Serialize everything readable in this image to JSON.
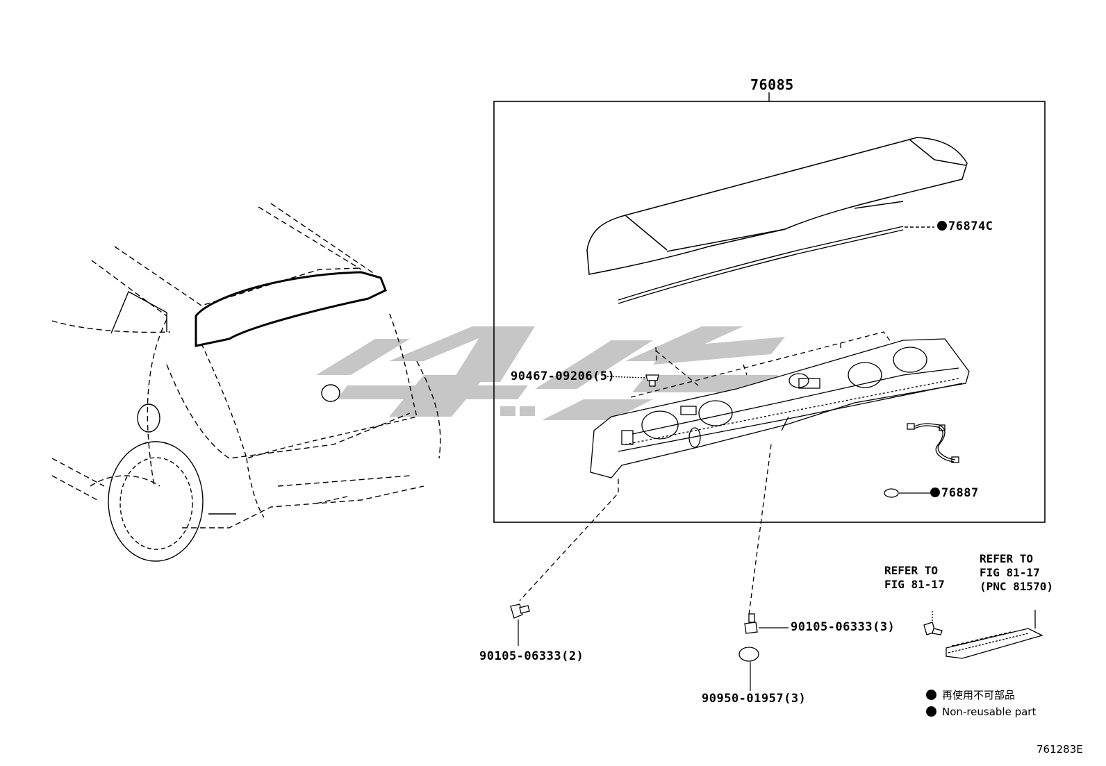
{
  "assembly": {
    "part_number": "76085"
  },
  "callouts": {
    "seal": "76874C",
    "cushion": "76887",
    "clip": "90467-09206(5)",
    "screw_left": "90105-06333(2)",
    "screw_right": "90105-06333(3)",
    "plug": "90950-01957(3)"
  },
  "refer_notes": {
    "bolt": [
      "REFER TO",
      "FIG 81-17"
    ],
    "lamp": [
      "REFER TO",
      "FIG 81-17",
      "(PNC 81570)"
    ]
  },
  "legend": {
    "jp": "再使用不可部品",
    "en": "Non-reusable part"
  },
  "document_id": "761283E",
  "icons": {
    "non_reusable_marker": "filled-circle-icon"
  },
  "colors": {
    "ink": "#000000",
    "watermark": "#bdbdbd"
  }
}
